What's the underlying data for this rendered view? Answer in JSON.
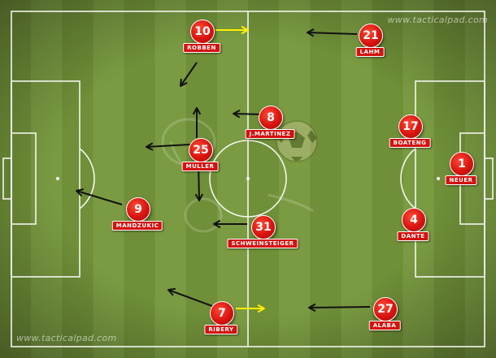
{
  "watermark": "www.tacticalpad.com",
  "colors": {
    "arrow_black": "#111111",
    "arrow_yellow": "#ffee00",
    "player_red": "#d3120e",
    "line_white": "#ffffff"
  },
  "icons": [
    "football-icon",
    "trophy-icon"
  ],
  "players": [
    {
      "number": "10",
      "name": "ROBBEN"
    },
    {
      "number": "21",
      "name": "LAHM"
    },
    {
      "number": "8",
      "name": "J.MARTINEZ"
    },
    {
      "number": "25",
      "name": "MULLER"
    },
    {
      "number": "17",
      "name": "BOATENG"
    },
    {
      "number": "1",
      "name": "NEUER"
    },
    {
      "number": "9",
      "name": "MANDZUKIC"
    },
    {
      "number": "4",
      "name": "DANTE"
    },
    {
      "number": "31",
      "name": "SCHWEINSTEIGER"
    },
    {
      "number": "7",
      "name": "RIBERY"
    },
    {
      "number": "27",
      "name": "ALABA"
    }
  ]
}
